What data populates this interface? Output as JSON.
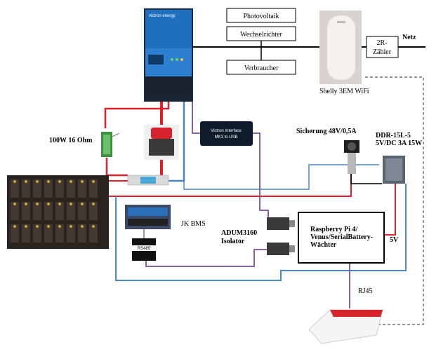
{
  "labels": {
    "photovoltaik": "Photovoltaik",
    "wechselrichter": "Wechselrichter",
    "verbraucher": "Verbraucher",
    "netz": "Netz",
    "zaehler_line1": "2R-",
    "zaehler_line2": "Zähler",
    "shelly": "Shelly 3EM WiFi",
    "resistor": "100W 16 Ohm",
    "sicherung": "Sicherung 48V/0,5A",
    "ddr_line1": "DDR-15L-5",
    "ddr_line2": "5V/DC 3A 15W",
    "jk_bms": "JK BMS",
    "adum_line1": "ADUM3160",
    "adum_line2": "Isolator",
    "rpi_line1": "Raspberry Pi 4/",
    "rpi_line2": "Venus/SerialBattery-",
    "rpi_line3": "Wächter",
    "five_v": "5V",
    "rj45": "RJ45",
    "interface_line1": "Victron Interface",
    "interface_line2": "MK3 to USB",
    "rs485": "RS485",
    "inverter_brand": "victron energy"
  },
  "colors": {
    "red_wire": "#e0202a",
    "blue_wire": "#4a86c8",
    "black_wire": "#000000",
    "purple_wire": "#7a4fa0",
    "victron_blue": "#1f6fbf",
    "dashed_line": "#555555"
  }
}
